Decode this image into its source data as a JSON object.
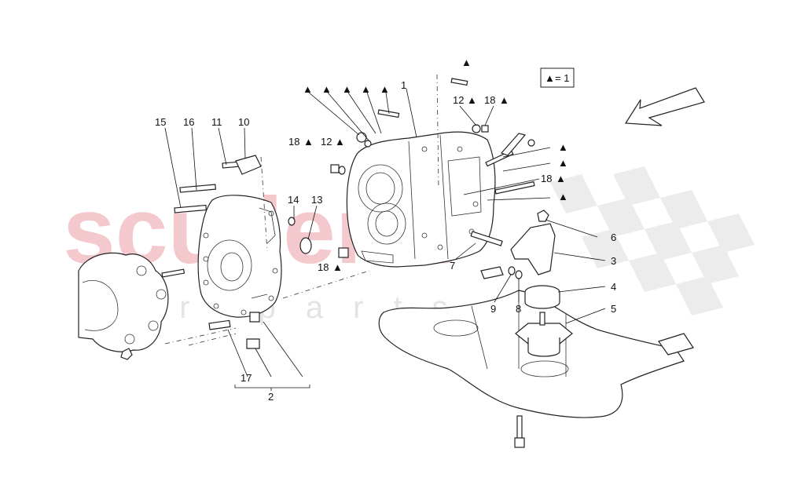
{
  "legend": {
    "symbol": "▲",
    "text": "= 1"
  },
  "watermark": {
    "main": "scuderia",
    "sub": "car parts"
  },
  "labels": {
    "n1": "1",
    "n2": "2",
    "n3": "3",
    "n4": "4",
    "n5": "5",
    "n6": "6",
    "n7": "7",
    "n8": "8",
    "n9": "9",
    "n10": "10",
    "n11": "11",
    "n12a": "12",
    "n12b": "12",
    "n13": "13",
    "n14": "14",
    "n15": "15",
    "n16": "16",
    "n17": "17",
    "n18a": "18",
    "n18b": "18",
    "n18c": "18",
    "n18d": "18"
  },
  "markers": {
    "tri": "▲"
  },
  "colors": {
    "watermark_red": "#f4c9cd",
    "checker_grey": "#ececec",
    "line": "#222222"
  }
}
